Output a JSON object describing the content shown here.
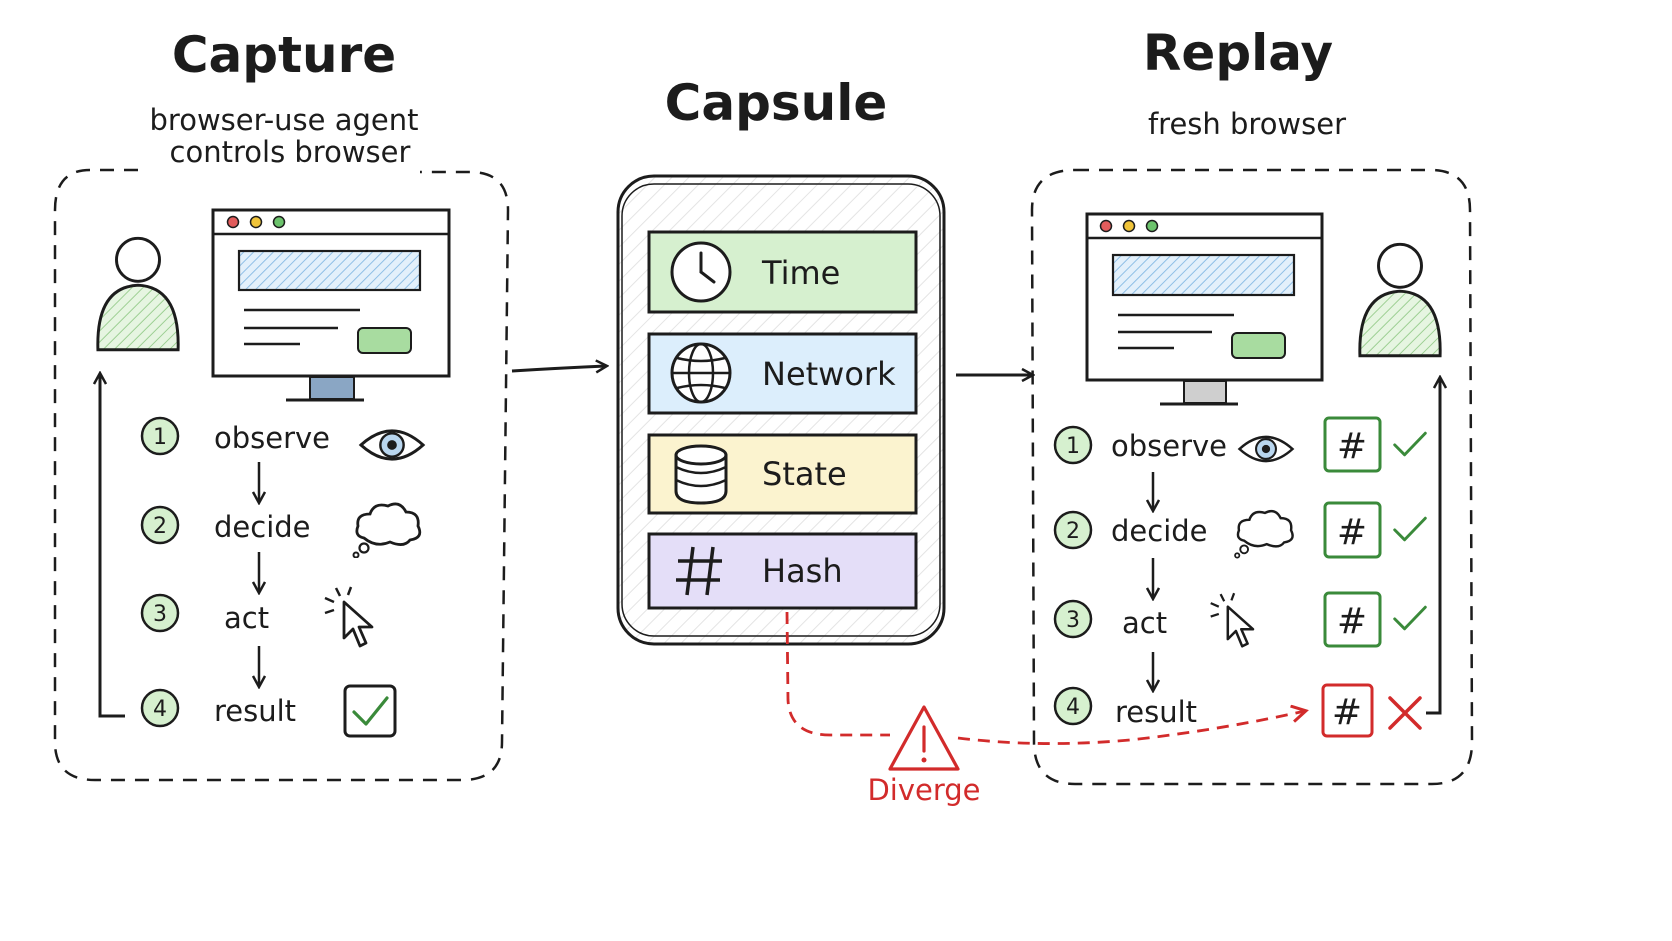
{
  "capture": {
    "title": "Capture",
    "subtitle_line1": "browser-use agent",
    "subtitle_line2": "controls browser",
    "steps": [
      {
        "num": "1",
        "label": "observe",
        "icon": "eye-icon"
      },
      {
        "num": "2",
        "label": "decide",
        "icon": "thought-cloud-icon"
      },
      {
        "num": "3",
        "label": "act",
        "icon": "cursor-click-icon"
      },
      {
        "num": "4",
        "label": "result",
        "icon": "checkbox-icon"
      }
    ]
  },
  "capsule": {
    "title": "Capsule",
    "items": [
      {
        "label": "Time",
        "icon": "clock-icon",
        "color": "#d6f0cf"
      },
      {
        "label": "Network",
        "icon": "globe-icon",
        "color": "#dceefc"
      },
      {
        "label": "State",
        "icon": "database-icon",
        "color": "#fbf3cf"
      },
      {
        "label": "Hash",
        "icon": "hash-icon",
        "color": "#e4def8"
      }
    ]
  },
  "replay": {
    "title": "Replay",
    "subtitle": "fresh browser",
    "steps": [
      {
        "num": "1",
        "label": "observe",
        "icon": "eye-icon",
        "hash": "#",
        "match": true
      },
      {
        "num": "2",
        "label": "decide",
        "icon": "thought-cloud-icon",
        "hash": "#",
        "match": true
      },
      {
        "num": "3",
        "label": "act",
        "icon": "cursor-click-icon",
        "hash": "#",
        "match": true
      },
      {
        "num": "4",
        "label": "result",
        "icon": "checkbox-icon",
        "hash": "#",
        "match": false
      }
    ]
  },
  "diverge": {
    "label": "Diverge",
    "icon": "warning-icon"
  },
  "colors": {
    "ink": "#1c1c1c",
    "green": "#3a8a3a",
    "green_fill": "#d6f0cf",
    "red": "#d22b2b",
    "blue_fill": "#dceefc",
    "yellow_fill": "#fbf3cf",
    "purple_fill": "#e4def8"
  }
}
